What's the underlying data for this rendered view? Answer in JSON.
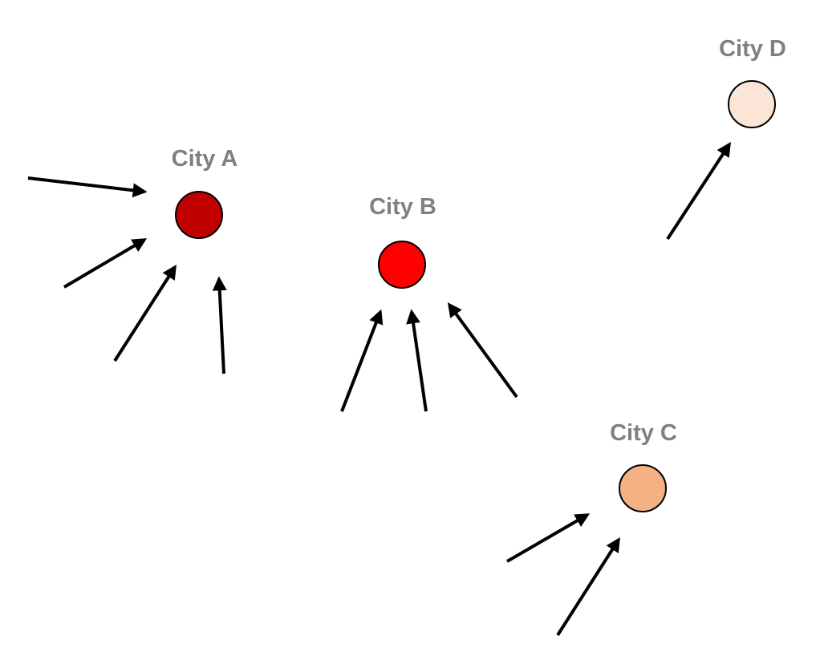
{
  "cities": [
    {
      "id": "a",
      "label": "City A",
      "color": "#C00000"
    },
    {
      "id": "b",
      "label": "City B",
      "color": "#FF0000"
    },
    {
      "id": "c",
      "label": "City C",
      "color": "#F4B183"
    },
    {
      "id": "d",
      "label": "City D",
      "color": "#FBE5D6"
    }
  ],
  "node_outline_color": "#000000",
  "label_color": "#808080",
  "arrow_color": "#000000"
}
